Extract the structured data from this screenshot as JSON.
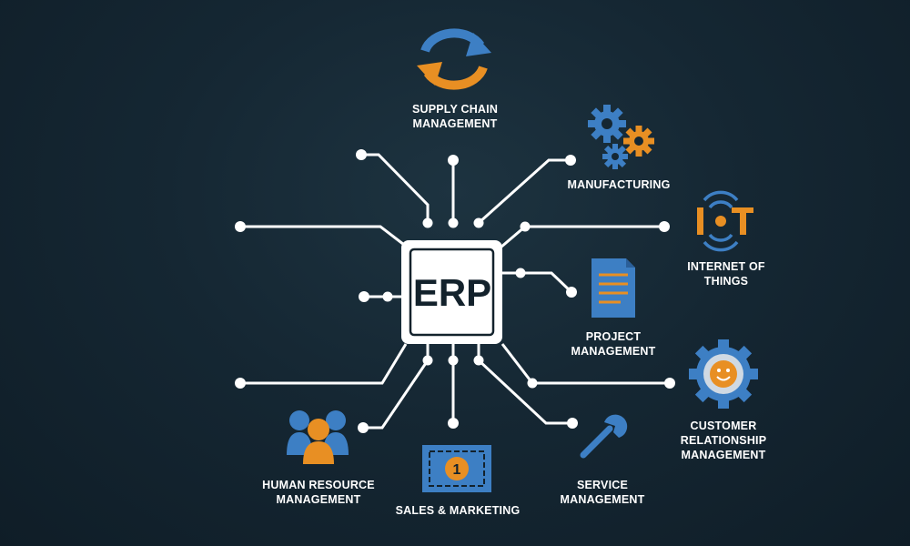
{
  "center": {
    "text": "ERP"
  },
  "modules": {
    "supply_chain": {
      "line1": "SUPPLY CHAIN",
      "line2": "MANAGEMENT",
      "icon": "recycle-arrows-icon"
    },
    "manufacturing": {
      "line1": "MANUFACTURING",
      "icon": "gears-icon"
    },
    "iot": {
      "line1": "INTERNET OF",
      "line2": "THINGS",
      "icon": "iot-icon"
    },
    "project": {
      "line1": "PROJECT",
      "line2": "MANAGEMENT",
      "icon": "document-icon"
    },
    "crm": {
      "line1": "CUSTOMER",
      "line2": "RELATIONSHIP",
      "line3": "MANAGEMENT",
      "icon": "smiley-gear-icon"
    },
    "service": {
      "line1": "SERVICE",
      "line2": "MANAGEMENT",
      "icon": "wrench-icon"
    },
    "sales": {
      "line1": "SALES & MARKETING",
      "icon": "banknote-icon",
      "note_value": "1"
    },
    "hr": {
      "line1": "HUMAN RESOURCE",
      "line2": "MANAGEMENT",
      "icon": "people-icon"
    }
  },
  "colors": {
    "background": "#152733",
    "blue": "#3d7fc4",
    "orange": "#e88f23",
    "line": "#ffffff"
  }
}
